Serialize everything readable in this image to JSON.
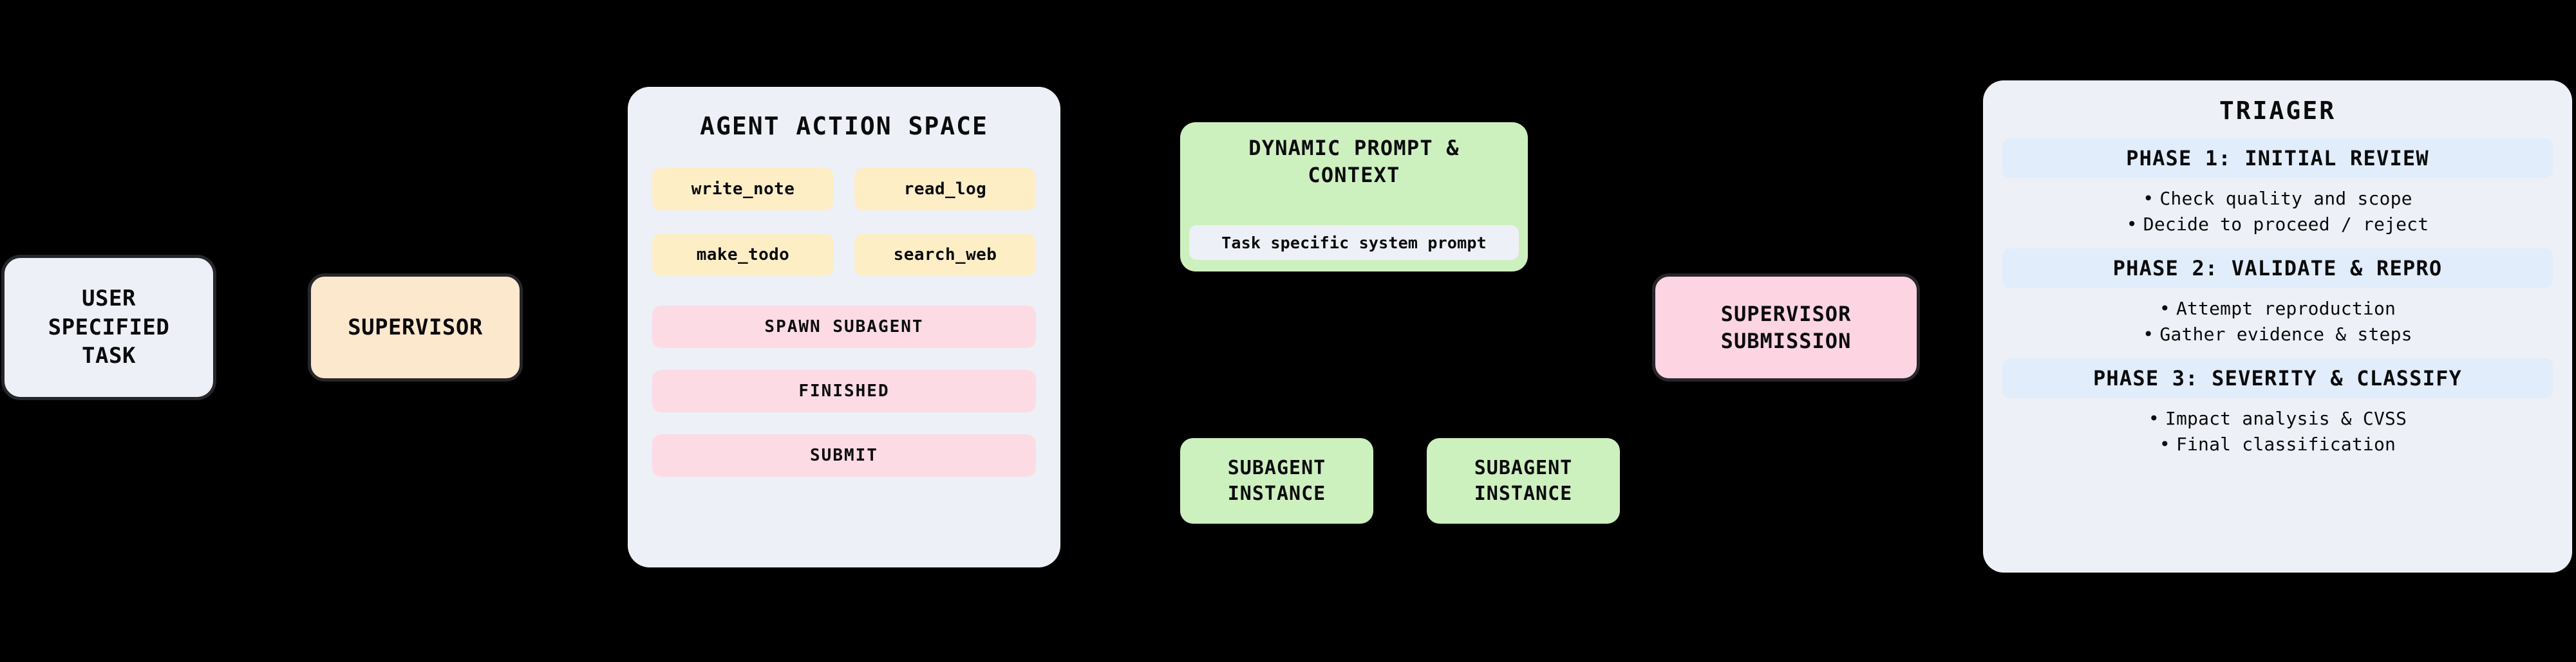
{
  "diagram": {
    "background_color": "#000000",
    "nodes": {
      "user_task": {
        "lines": [
          "USER",
          "SPECIFIED",
          "TASK"
        ],
        "fill": "#edf0f6",
        "border": "#26262b"
      },
      "supervisor": {
        "label": "SUPERVISOR",
        "fill": "#fce8cd",
        "border": "#26262b"
      },
      "action_space": {
        "title": "AGENT ACTION SPACE",
        "fill": "#edf0f6",
        "tools": [
          {
            "label": "write_note",
            "fill": "#fdeec6"
          },
          {
            "label": "read_log",
            "fill": "#fdeec6"
          },
          {
            "label": "make_todo",
            "fill": "#fdeec6"
          },
          {
            "label": "search_web",
            "fill": "#fdeec6"
          }
        ],
        "controls": [
          {
            "label": "SPAWN SUBAGENT",
            "fill": "#fcdbe5"
          },
          {
            "label": "FINISHED",
            "fill": "#fcdbe5"
          },
          {
            "label": "SUBMIT",
            "fill": "#fcdbe5"
          }
        ]
      },
      "prompt_context": {
        "title_lines": [
          "DYNAMIC PROMPT &",
          "CONTEXT"
        ],
        "slot_label": "Task specific system prompt",
        "fill": "#cdf0bf",
        "slot_fill": "#edf0f6"
      },
      "subagents": [
        {
          "lines": [
            "SUBAGENT",
            "INSTANCE"
          ],
          "fill": "#cdf0bf"
        },
        {
          "lines": [
            "SUBAGENT",
            "INSTANCE"
          ],
          "fill": "#cdf0bf"
        }
      ],
      "supervisor_submission": {
        "lines": [
          "SUPERVISOR",
          "SUBMISSION"
        ],
        "fill": "#fcd4e2",
        "border": "#26262b"
      },
      "triager": {
        "title": "TRIAGER",
        "fill": "#edf0f6",
        "phase_header_fill": "#e2edfb",
        "phases": [
          {
            "header": "PHASE 1: INITIAL REVIEW",
            "bullets": [
              "Check quality and scope",
              "Decide to proceed / reject"
            ]
          },
          {
            "header": "PHASE 2: VALIDATE & REPRO",
            "bullets": [
              "Attempt reproduction",
              "Gather evidence & steps"
            ]
          },
          {
            "header": "PHASE 3: SEVERITY & CLASSIFY",
            "bullets": [
              "Impact analysis & CVSS",
              "Final classification"
            ]
          }
        ]
      }
    }
  }
}
